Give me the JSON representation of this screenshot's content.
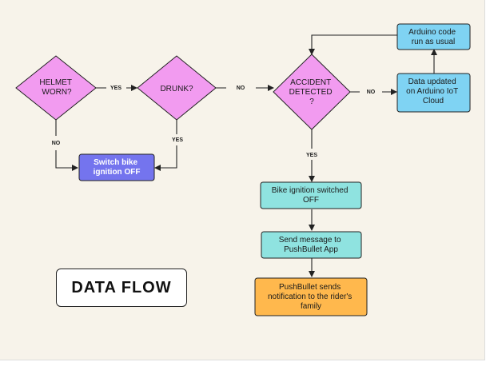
{
  "title": "DATA FLOW",
  "colors": {
    "background": "#f7f3ea",
    "decision": "#f29bf0",
    "switch_box": "#7474ee",
    "teal_box": "#8fe3e0",
    "blue_box": "#7fd3f3",
    "orange_box": "#ffb84d"
  },
  "nodes": {
    "helmet": {
      "lines": [
        "HELMET",
        "WORN?"
      ]
    },
    "drunk": {
      "lines": [
        "DRUNK?"
      ]
    },
    "accident": {
      "lines": [
        "ACCIDENT",
        "DETECTED",
        "?"
      ]
    },
    "switch_off": {
      "lines": [
        "Switch bike",
        "ignition OFF"
      ]
    },
    "data_updated": {
      "lines": [
        "Data updated",
        "on Arduino IoT",
        "Cloud"
      ]
    },
    "arduino_code": {
      "lines": [
        "Arduino code",
        "run as usual"
      ]
    },
    "bike_ignition": {
      "lines": [
        "Bike ignition switched",
        "OFF"
      ]
    },
    "send_message": {
      "lines": [
        "Send message to",
        "PushBullet App"
      ]
    },
    "pushbullet": {
      "lines": [
        "PushBullet sends",
        "notification to the rider's",
        "family"
      ]
    }
  },
  "edges": {
    "helmet_yes": "YES",
    "helmet_no": "NO",
    "drunk_yes": "YES",
    "drunk_no": "NO",
    "accident_no": "NO",
    "accident_yes": "YES"
  }
}
